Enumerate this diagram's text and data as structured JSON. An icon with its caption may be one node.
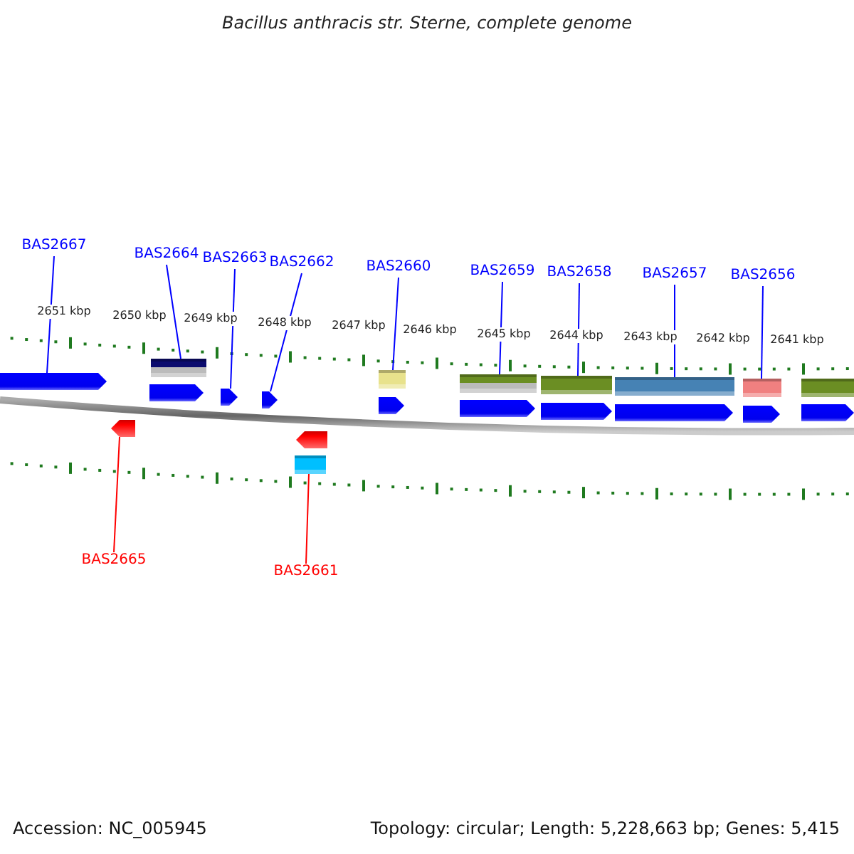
{
  "diagram": {
    "title": "Bacillus anthracis str. Sterne, complete genome",
    "nodes": [
      {
        "text": [
          "BAS2667"
        ]
      },
      {
        "text": [
          "BAS2664"
        ]
      },
      {
        "text": [
          "BAS2663"
        ]
      },
      {
        "text": [
          "BAS2662"
        ]
      },
      {
        "text": [
          "BAS2660"
        ]
      },
      {
        "text": [
          "BAS2659"
        ]
      },
      {
        "text": [
          "BAS2658"
        ]
      },
      {
        "text": [
          "BAS2657"
        ]
      },
      {
        "text": [
          "BAS2656"
        ]
      },
      {
        "text": [
          "BAS2665"
        ]
      },
      {
        "text": [
          "BAS2661"
        ]
      },
      {
        "text": [],
        "shape": "arrow"
      },
      {
        "text": [],
        "shape": "arrow"
      },
      {
        "text": [],
        "shape": "arrow"
      },
      {
        "text": [],
        "shape": "bar"
      },
      {
        "text": [],
        "shape": "arrow"
      },
      {
        "text": [],
        "shape": "arrow"
      },
      {
        "text": [],
        "shape": "bar"
      },
      {
        "text": [],
        "shape": "arrow"
      },
      {
        "text": [],
        "shape": "bar"
      },
      {
        "text": [],
        "shape": "arrow"
      },
      {
        "text": [],
        "shape": "bar"
      },
      {
        "text": [],
        "shape": "arrow"
      },
      {
        "text": [],
        "shape": "bar"
      },
      {
        "text": [],
        "shape": "arrow"
      },
      {
        "text": [],
        "shape": "bar"
      },
      {
        "text": [],
        "shape": "arrow"
      },
      {
        "text": [],
        "shape": "bar"
      },
      {
        "text": [],
        "shape": "arrow"
      },
      {
        "text": [],
        "shape": "bar"
      },
      {
        "text": [],
        "shape": "arrow"
      }
    ],
    "edges": [
      {
        "from": 0,
        "to": 11,
        "arrow": "none"
      },
      {
        "from": 1,
        "to": 14,
        "arrow": "none"
      },
      {
        "from": 2,
        "to": 15,
        "arrow": "none"
      },
      {
        "from": 3,
        "to": 16,
        "arrow": "none"
      },
      {
        "from": 4,
        "to": 19,
        "arrow": "none"
      },
      {
        "from": 5,
        "to": 21,
        "arrow": "none"
      },
      {
        "from": 6,
        "to": 23,
        "arrow": "none"
      },
      {
        "from": 7,
        "to": 25,
        "arrow": "none"
      },
      {
        "from": 8,
        "to": 27,
        "arrow": "none"
      },
      {
        "from": 9,
        "to": 12,
        "arrow": "none",
        "color": "#ff0000"
      },
      {
        "from": 10,
        "to": 17,
        "arrow": "none",
        "color": "#ff0000"
      }
    ],
    "labels": [
      "2651 kbp",
      "2650 kbp",
      "2649 kbp",
      "2648 kbp",
      "2647 kbp",
      "2646 kbp",
      "2645 kbp",
      "2644 kbp",
      "2643 kbp",
      "2642 kbp",
      "2641 kbp",
      "Accession: NC_005945",
      "Topology: circular; Length: 5,228,663 bp; Genes: 5,415"
    ]
  }
}
